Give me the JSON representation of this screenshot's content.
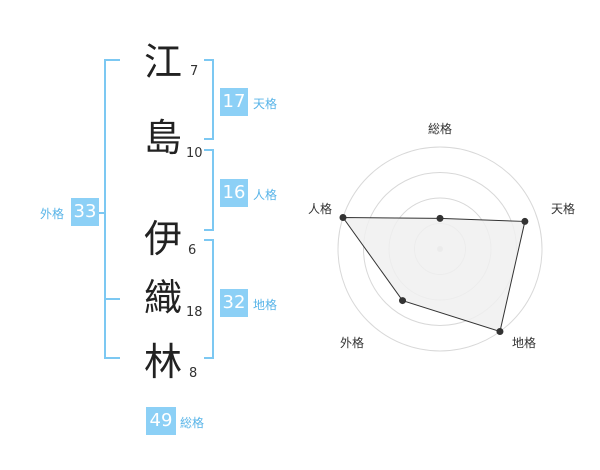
{
  "name": {
    "chars": [
      {
        "char": "江",
        "strokes": "7"
      },
      {
        "char": "島",
        "strokes": "10"
      },
      {
        "char": "伊",
        "strokes": "6"
      },
      {
        "char": "織",
        "strokes": "18"
      },
      {
        "char": "林",
        "strokes": "8"
      }
    ]
  },
  "kakusu": {
    "tenkaku": {
      "value": "17",
      "label": "天格"
    },
    "jinkaku": {
      "value": "16",
      "label": "人格"
    },
    "chikaku": {
      "value": "32",
      "label": "地格"
    },
    "gaikaku": {
      "value": "33",
      "label": "外格"
    },
    "soukaku": {
      "value": "49",
      "label": "総格"
    }
  },
  "colors": {
    "bracket": "#7cc8f2",
    "value_box": "#8cd0f6",
    "label_text": "#58b4e8",
    "radar_fill": "#f0f0f0",
    "radar_stroke": "#333333"
  },
  "chart_data": {
    "type": "radar",
    "axes": [
      "総格",
      "天格",
      "地格",
      "外格",
      "人格"
    ],
    "rmax": 4,
    "grid_rings": 4,
    "values": [
      1.2,
      3.5,
      4.0,
      2.5,
      4.0
    ]
  }
}
